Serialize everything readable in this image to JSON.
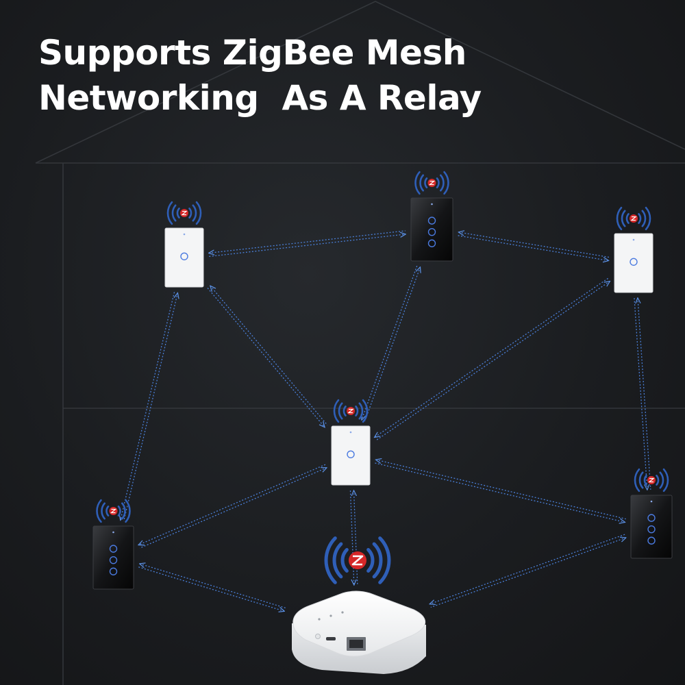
{
  "headline": {
    "line1": "Supports ZigBee Mesh",
    "line2": "Networking  As A Relay"
  },
  "colors": {
    "background": "#1b1d20",
    "link": "#4a7fd8",
    "signal_waves": "#2f5fb8",
    "signal_dot": "#d62828",
    "switch_white": "#f4f5f6",
    "switch_black": "#0b0b0c",
    "touch_ring": "#4a7ae0"
  },
  "icons": {
    "signal": "wireless-signal-icon",
    "zigbee": "zigbee-logo-icon",
    "gateway": "zigbee-gateway-hub"
  },
  "devices": [
    {
      "id": "switch-top-left",
      "finish": "white",
      "gangs": 1
    },
    {
      "id": "switch-top-center",
      "finish": "black",
      "gangs": 3
    },
    {
      "id": "switch-top-right",
      "finish": "white",
      "gangs": 1
    },
    {
      "id": "switch-center",
      "finish": "white",
      "gangs": 1
    },
    {
      "id": "switch-bottom-left",
      "finish": "black",
      "gangs": 3
    },
    {
      "id": "switch-bottom-right",
      "finish": "black",
      "gangs": 3
    },
    {
      "id": "gateway-hub",
      "finish": "white",
      "gangs": 0
    }
  ],
  "links": [
    [
      "switch-top-left",
      "switch-top-center"
    ],
    [
      "switch-top-center",
      "switch-top-right"
    ],
    [
      "switch-top-left",
      "switch-bottom-left"
    ],
    [
      "switch-top-left",
      "switch-center"
    ],
    [
      "switch-top-center",
      "switch-center"
    ],
    [
      "switch-top-right",
      "switch-center"
    ],
    [
      "switch-top-right",
      "switch-bottom-right"
    ],
    [
      "switch-center",
      "switch-bottom-left"
    ],
    [
      "switch-center",
      "switch-bottom-right"
    ],
    [
      "switch-center",
      "gateway-hub"
    ],
    [
      "switch-bottom-left",
      "gateway-hub"
    ],
    [
      "switch-bottom-right",
      "gateway-hub"
    ]
  ]
}
